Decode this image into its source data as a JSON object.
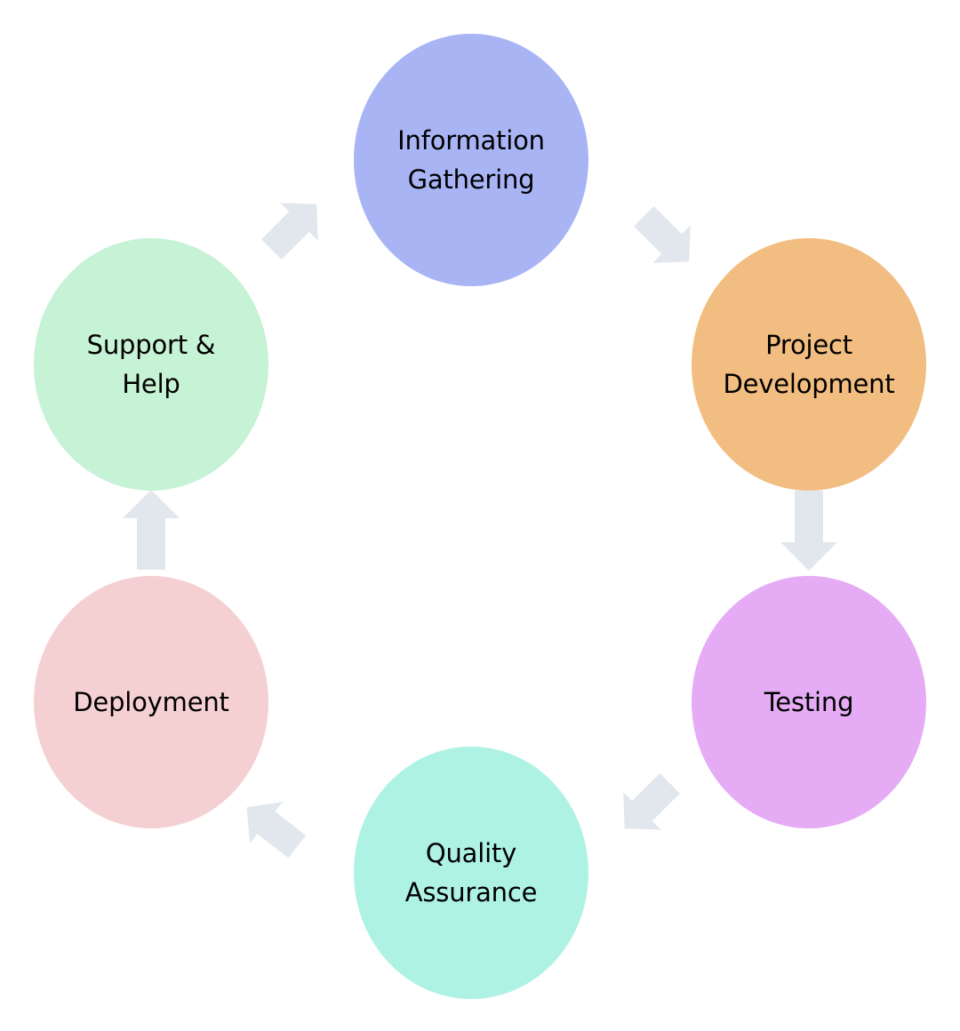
{
  "stages": [
    {
      "label": "Information\nGathering",
      "color": "#a9b4f5"
    },
    {
      "label": "Project\nDevelopment",
      "color": "#f2bd81"
    },
    {
      "label": "Testing",
      "color": "#e5acf5"
    },
    {
      "label": "Quality\nAssurance",
      "color": "#aef2e3"
    },
    {
      "label": "Deployment",
      "color": "#f5d0d3"
    },
    {
      "label": "Support &\nHelp",
      "color": "#c6f2d5"
    }
  ],
  "arrow_color": "#e2e7ee"
}
